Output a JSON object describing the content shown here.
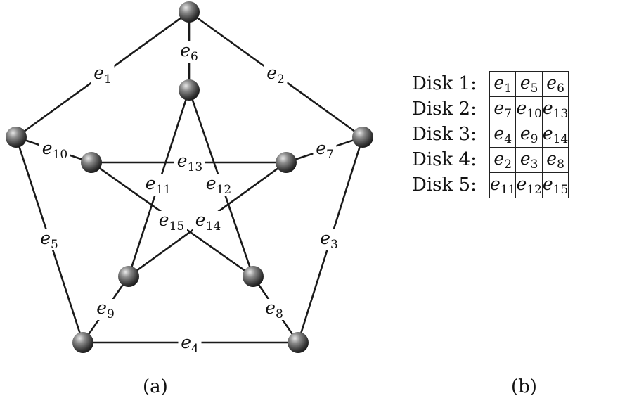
{
  "graph": {
    "vertices": [
      "v1",
      "v2",
      "v3",
      "v4",
      "v5",
      "v6",
      "v7",
      "v8",
      "v9",
      "v10"
    ],
    "edges": [
      {
        "label": "e",
        "sub": "1"
      },
      {
        "label": "e",
        "sub": "2"
      },
      {
        "label": "e",
        "sub": "3"
      },
      {
        "label": "e",
        "sub": "4"
      },
      {
        "label": "e",
        "sub": "5"
      },
      {
        "label": "e",
        "sub": "6"
      },
      {
        "label": "e",
        "sub": "7"
      },
      {
        "label": "e",
        "sub": "8"
      },
      {
        "label": "e",
        "sub": "9"
      },
      {
        "label": "e",
        "sub": "10"
      },
      {
        "label": "e",
        "sub": "11"
      },
      {
        "label": "e",
        "sub": "12"
      },
      {
        "label": "e",
        "sub": "13"
      },
      {
        "label": "e",
        "sub": "14"
      },
      {
        "label": "e",
        "sub": "15"
      }
    ]
  },
  "captions": {
    "a": "(a)",
    "b": "(b)"
  },
  "disk_table": {
    "rows": [
      {
        "label": "Disk 1:",
        "cells": [
          {
            "label": "e",
            "sub": "1"
          },
          {
            "label": "e",
            "sub": "5"
          },
          {
            "label": "e",
            "sub": "6"
          }
        ]
      },
      {
        "label": "Disk 2:",
        "cells": [
          {
            "label": "e",
            "sub": "7"
          },
          {
            "label": "e",
            "sub": "10"
          },
          {
            "label": "e",
            "sub": "13"
          }
        ]
      },
      {
        "label": "Disk 3:",
        "cells": [
          {
            "label": "e",
            "sub": "4"
          },
          {
            "label": "e",
            "sub": "9"
          },
          {
            "label": "e",
            "sub": "14"
          }
        ]
      },
      {
        "label": "Disk 4:",
        "cells": [
          {
            "label": "e",
            "sub": "2"
          },
          {
            "label": "e",
            "sub": "3"
          },
          {
            "label": "e",
            "sub": "8"
          }
        ]
      },
      {
        "label": "Disk 5:",
        "cells": [
          {
            "label": "e",
            "sub": "11"
          },
          {
            "label": "e",
            "sub": "12"
          },
          {
            "label": "e",
            "sub": "15"
          }
        ]
      }
    ]
  }
}
